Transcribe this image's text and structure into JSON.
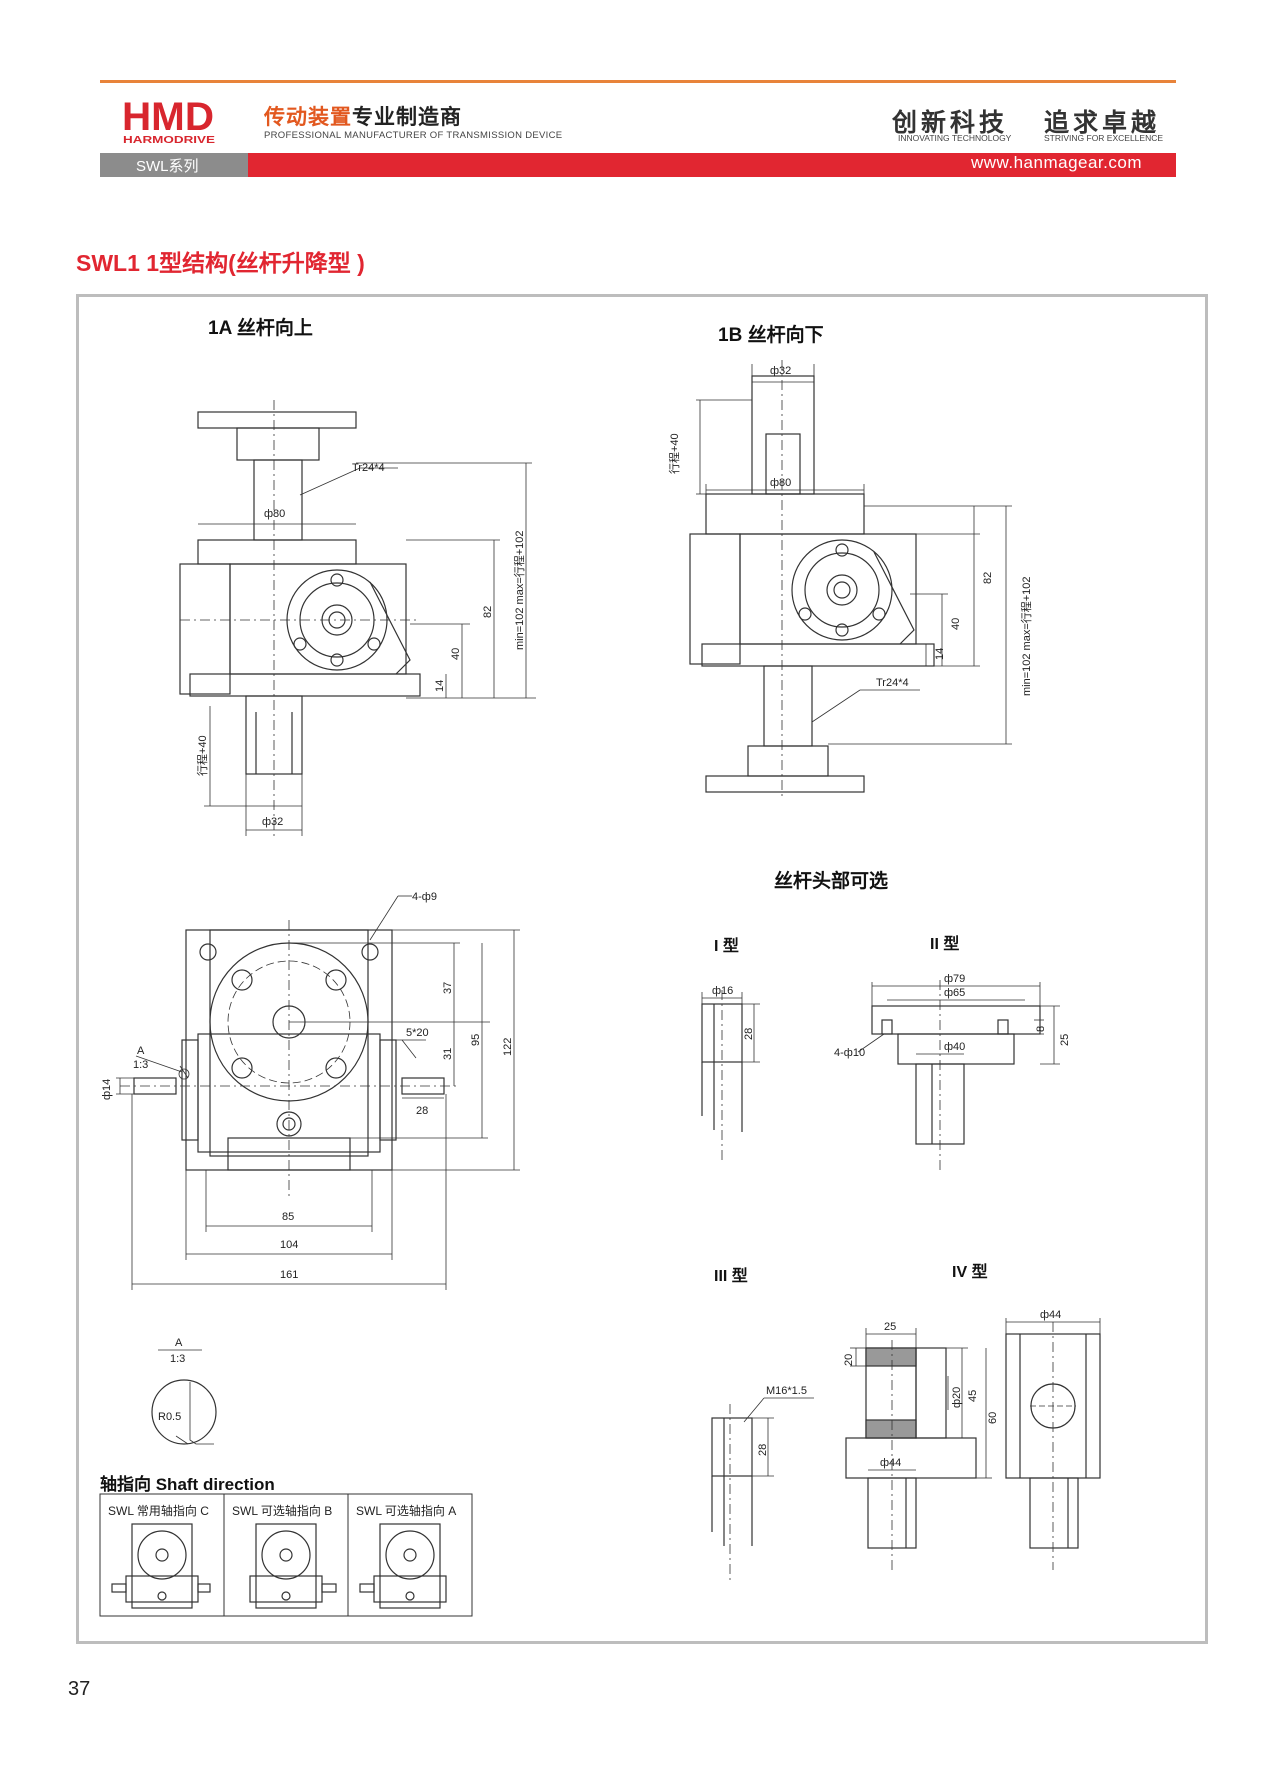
{
  "header": {
    "brand": "HMD",
    "brand_sub": "HARMODRIVE",
    "tagline_cn_orange": "传动装置",
    "tagline_cn_black": "专业制造商",
    "tagline_en": "PROFESSIONAL MANUFACTURER OF TRANSMISSION DEVICE",
    "slogan_1": "创新科技",
    "slogan_1_en": "INNOVATING TECHNOLOGY",
    "slogan_2": "追求卓越",
    "slogan_2_en": "STRIVING FOR EXCELLENCE",
    "series": "SWL系列",
    "website": "www.hanmagear.com"
  },
  "section_title": "SWL1 1型结构(丝杆升降型 )",
  "views": {
    "a_title": "1A 丝杆向上",
    "b_title": "1B 丝杆向下",
    "heads_title": "丝杆头部可选",
    "type_1": "I 型",
    "type_2": "II 型",
    "type_3": "III 型",
    "type_4": "IV 型"
  },
  "dims": {
    "tr": "Tr24*4",
    "phi80": "ф80",
    "phi32": "ф32",
    "stroke40": "行程+40",
    "min_max": "min=102 max=行程+102",
    "d82": "82",
    "d40": "40",
    "d14": "14",
    "holes": "4-ф9",
    "d37": "37",
    "d95": "95",
    "d122": "122",
    "d31": "31",
    "key": "5*20",
    "d28": "28",
    "d85": "85",
    "d104": "104",
    "d161": "161",
    "phi14": "ф14",
    "detail_a": "A",
    "scale": "1:3",
    "r05": "R0.5",
    "phi16": "ф16",
    "phi79": "ф79",
    "phi65": "ф65",
    "phi40": "ф40",
    "holes10": "4-ф10",
    "d8": "8",
    "d25": "25",
    "m16": "M16*1.5",
    "d20": "20",
    "phi20": "ф20",
    "d45": "45",
    "d60": "60",
    "phi44": "ф44"
  },
  "shaft": {
    "title": "轴指向  Shaft direction",
    "cells": [
      "SWL 常用轴指向 C",
      "SWL 可选轴指向 B",
      "SWL 可选轴指向 A"
    ]
  },
  "page_number": "37"
}
